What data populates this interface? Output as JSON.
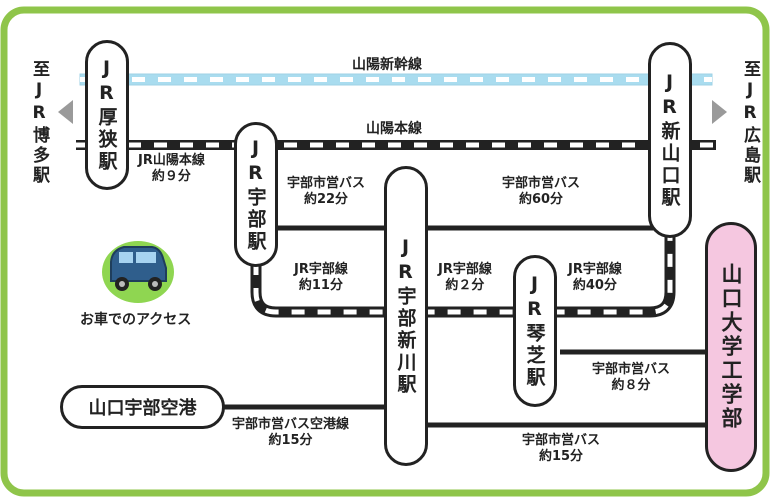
{
  "colors": {
    "frame_border": "#8fc54a",
    "shinkansen": "#a9dcef",
    "rail": "#222222",
    "goal_fill": "#f5c7e0",
    "car_blob": "#8fd651",
    "car_body": "#2f5e8c"
  },
  "destinations": {
    "left": "至JR博多駅",
    "right": "至JR広島駅"
  },
  "lines": {
    "shinkansen": "山陽新幹線",
    "sanyo_main": "山陽本線"
  },
  "stations": {
    "asa": "JR厚狭駅",
    "shinyamaguchi": "JR新山口駅",
    "ube": "JR宇部駅",
    "ubeshinkawa": "JR宇部新川駅",
    "kotoshiba": "JR琴芝駅",
    "airport": "山口宇部空港",
    "goal": "山口大学工学部"
  },
  "routes": {
    "jr_sanyo": {
      "name": "JR山陽本線",
      "time": "約９分"
    },
    "bus_ube_shinkawa": {
      "name": "宇部市営バス",
      "time": "約22分"
    },
    "bus_shinyamaguchi": {
      "name": "宇部市営バス",
      "time": "約60分"
    },
    "jr_ube_1": {
      "name": "JR宇部線",
      "time": "約11分"
    },
    "jr_ube_2": {
      "name": "JR宇部線",
      "time": "約２分"
    },
    "jr_ube_3": {
      "name": "JR宇部線",
      "time": "約40分"
    },
    "bus_kotoshiba": {
      "name": "宇部市営バス",
      "time": "約８分"
    },
    "bus_airport": {
      "name": "宇部市営バス空港線",
      "time": "約15分"
    },
    "bus_shinkawa_goal": {
      "name": "宇部市営バス",
      "time": "約15分"
    }
  },
  "car_access": {
    "icon": "car-icon",
    "label": "お車でのアクセス"
  }
}
